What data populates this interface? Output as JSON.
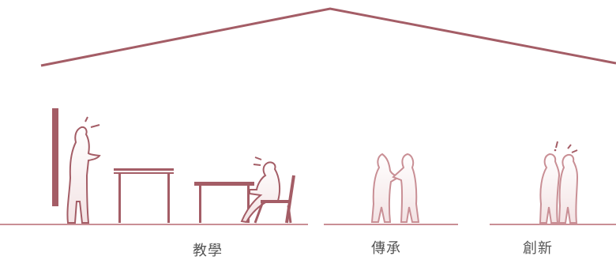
{
  "labels": {
    "teaching": "教學",
    "inheritance": "傳承",
    "innovation": "創新"
  },
  "colors": {
    "accent": "#a45d66",
    "accent_light": "#d9b5b8",
    "text": "#555555"
  }
}
